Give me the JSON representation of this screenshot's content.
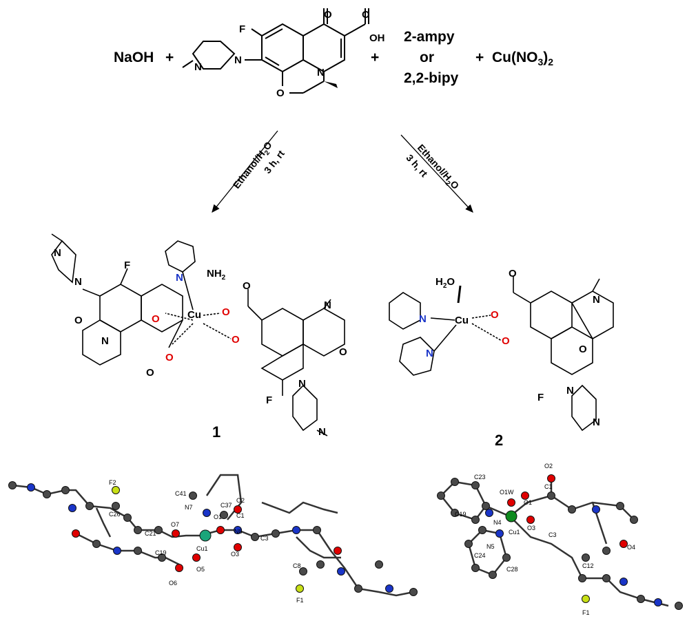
{
  "reagents": {
    "naoh": "NaOH",
    "plus": "+",
    "ligand_option_1": "2-ampy",
    "ligand_or": "or",
    "ligand_option_2": "2,2-bipy",
    "cu_salt": "Cu(NO3)2",
    "cu_salt_prefix": "Cu(NO",
    "cu_salt_sub1": "3",
    "cu_salt_sub2": "2",
    "cu_salt_close": ")"
  },
  "conditions": {
    "left": {
      "solvent_prefix": "Ethanol/H",
      "solvent_sub": "2",
      "solvent_suffix": "O",
      "time": "3 h, rt"
    },
    "right": {
      "solvent_prefix": "Ethanol/H",
      "solvent_sub": "2",
      "solvent_suffix": "O",
      "time": "3 h, rt"
    }
  },
  "compounds": {
    "c1_label": "1",
    "c2_label": "2"
  },
  "atom_symbols": {
    "F": "F",
    "O": "O",
    "N": "N",
    "OH": "OH",
    "Cu": "Cu",
    "NH2": "NH",
    "two": "2",
    "H2O_H": "H",
    "H2O_O": "O"
  },
  "crystal_1_labels": [
    "F2",
    "C26",
    "O7",
    "C21",
    "C19",
    "O6",
    "O5",
    "Cu1",
    "N7",
    "C41",
    "C37",
    "O1",
    "O2",
    "C1",
    "N8",
    "C3",
    "O3",
    "C8",
    "F1"
  ],
  "crystal_2_labels": [
    "O2",
    "C23",
    "O1W",
    "C1",
    "O1",
    "C19",
    "N4",
    "Cu1",
    "O3",
    "C3",
    "N5",
    "C24",
    "C28",
    "C12",
    "F1",
    "O4"
  ],
  "colors": {
    "oxygen": "#e00000",
    "nitrogen": "#1a35c8",
    "copper": "#1aa57a",
    "copper2": "#0e8a1e",
    "fluorine": "#c8e016",
    "carbon": "#4a4a4a"
  }
}
